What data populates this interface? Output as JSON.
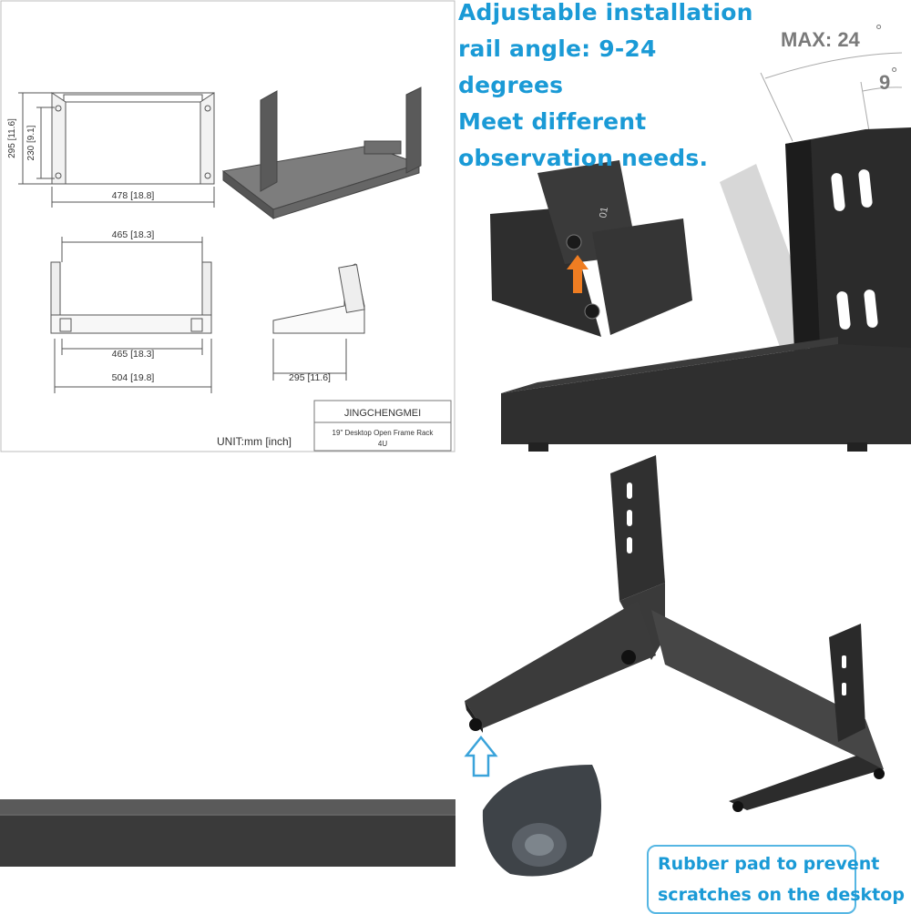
{
  "drawing": {
    "front_height": "295 [11.6]",
    "inner_height": "230 [9.1]",
    "front_width": "478 [18.8]",
    "top_width": "465 [18.3]",
    "top_inner_width": "465 [18.3]",
    "top_total_width": "504 [19.8]",
    "side_depth": "295 [11.6]",
    "unit_note": "UNIT:mm [inch]",
    "title_block": {
      "brand": "JINGCHENGMEI",
      "product": "19\" Desktop Open Frame Rack",
      "size": "4U"
    }
  },
  "angle_panel": {
    "headline_lines": [
      "Adjustable installation",
      "rail angle: 9-24 degrees",
      "Meet different",
      "observation needs."
    ],
    "max_label": "MAX: 24",
    "min_label": "9",
    "degree_symbol": "°",
    "rail_marking": "01",
    "arrow_color": "#ef7d22",
    "text_color": "#1a9ad6"
  },
  "foot_panel": {
    "callout_lines": [
      "Rubber pad to prevent",
      "scratches on the desktop"
    ],
    "arrow_icon": "up-arrow-outline-icon"
  }
}
